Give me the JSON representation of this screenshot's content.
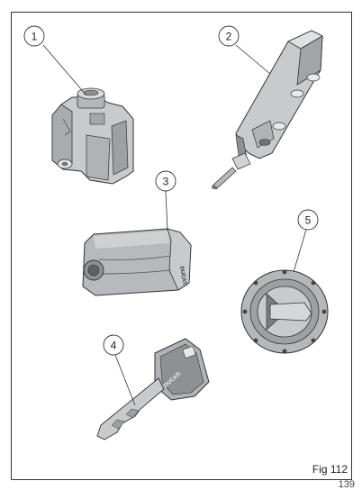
{
  "figure": {
    "label": "Fig 112",
    "page_number": "139",
    "callouts": [
      "1",
      "2",
      "3",
      "4",
      "5"
    ],
    "brand_text": "DUCATI",
    "colors": {
      "part_fill": "#c9cacc",
      "part_shade": "#9ea0a3",
      "part_dark": "#6f7174",
      "outline": "#333333"
    }
  }
}
